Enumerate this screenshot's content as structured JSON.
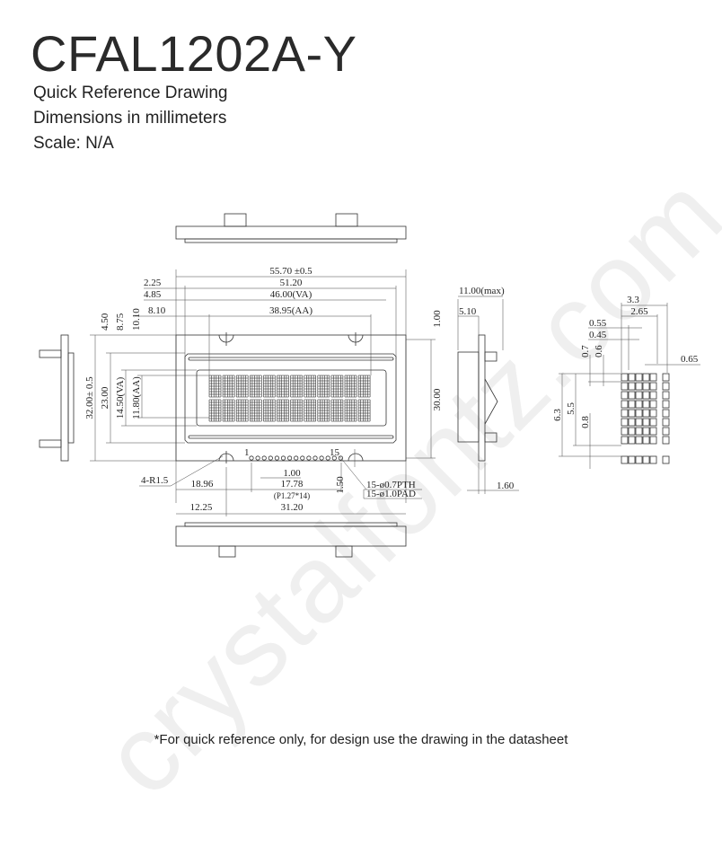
{
  "header": {
    "title": "CFAL1202A-Y",
    "subtitle": "Quick Reference Drawing",
    "units": "Dimensions in millimeters",
    "scale": "Scale: N/A"
  },
  "watermark": "crystalfontz.com",
  "footer": "*For quick reference only, for design use the drawing in the datasheet",
  "front_view": {
    "overall_width": "55.70 ±0.5",
    "pcb_width": "51.20",
    "va_width": "46.00(VA)",
    "aa_width": "38.95(AA)",
    "left_2_25": "2.25",
    "left_4_85": "4.85",
    "left_8_10": "8.10",
    "top_4_50": "4.50",
    "top_8_75": "8.75",
    "top_10_10": "10.10",
    "overall_height": "32.00± 0.5",
    "h_23_00": "23.00",
    "va_height": "14.50(VA)",
    "aa_height": "11.80(AA)",
    "h_30_00": "30.00",
    "top_1_00": "1.00",
    "corner_radius": "4-R1.5",
    "pin_first": "1",
    "pin_last": "15",
    "pin_pitch": "1.00",
    "pin_offset": "18.96",
    "pin_span": "17.78",
    "pin_pitch_note": "(P1.27*14)",
    "pin_height": "1.50",
    "hole_pth": "15-ø0.7PTH",
    "hole_pad": "15-ø1.0PAD",
    "mount_12_25": "12.25",
    "mount_31_20": "31.20"
  },
  "side_view": {
    "max_depth": "11.00(max)",
    "depth_5_10": "5.10",
    "pcb_thickness": "1.60"
  },
  "pixel_detail": {
    "char_width": "3.3",
    "dot_span": "2.65",
    "pitch_x": "0.55",
    "dot_x": "0.45",
    "pitch_y": "0.7",
    "dot_y": "0.6",
    "cursor_gap": "0.65",
    "char_height": "6.3",
    "dot_span_y": "5.5",
    "cursor_offset": "0.8"
  }
}
